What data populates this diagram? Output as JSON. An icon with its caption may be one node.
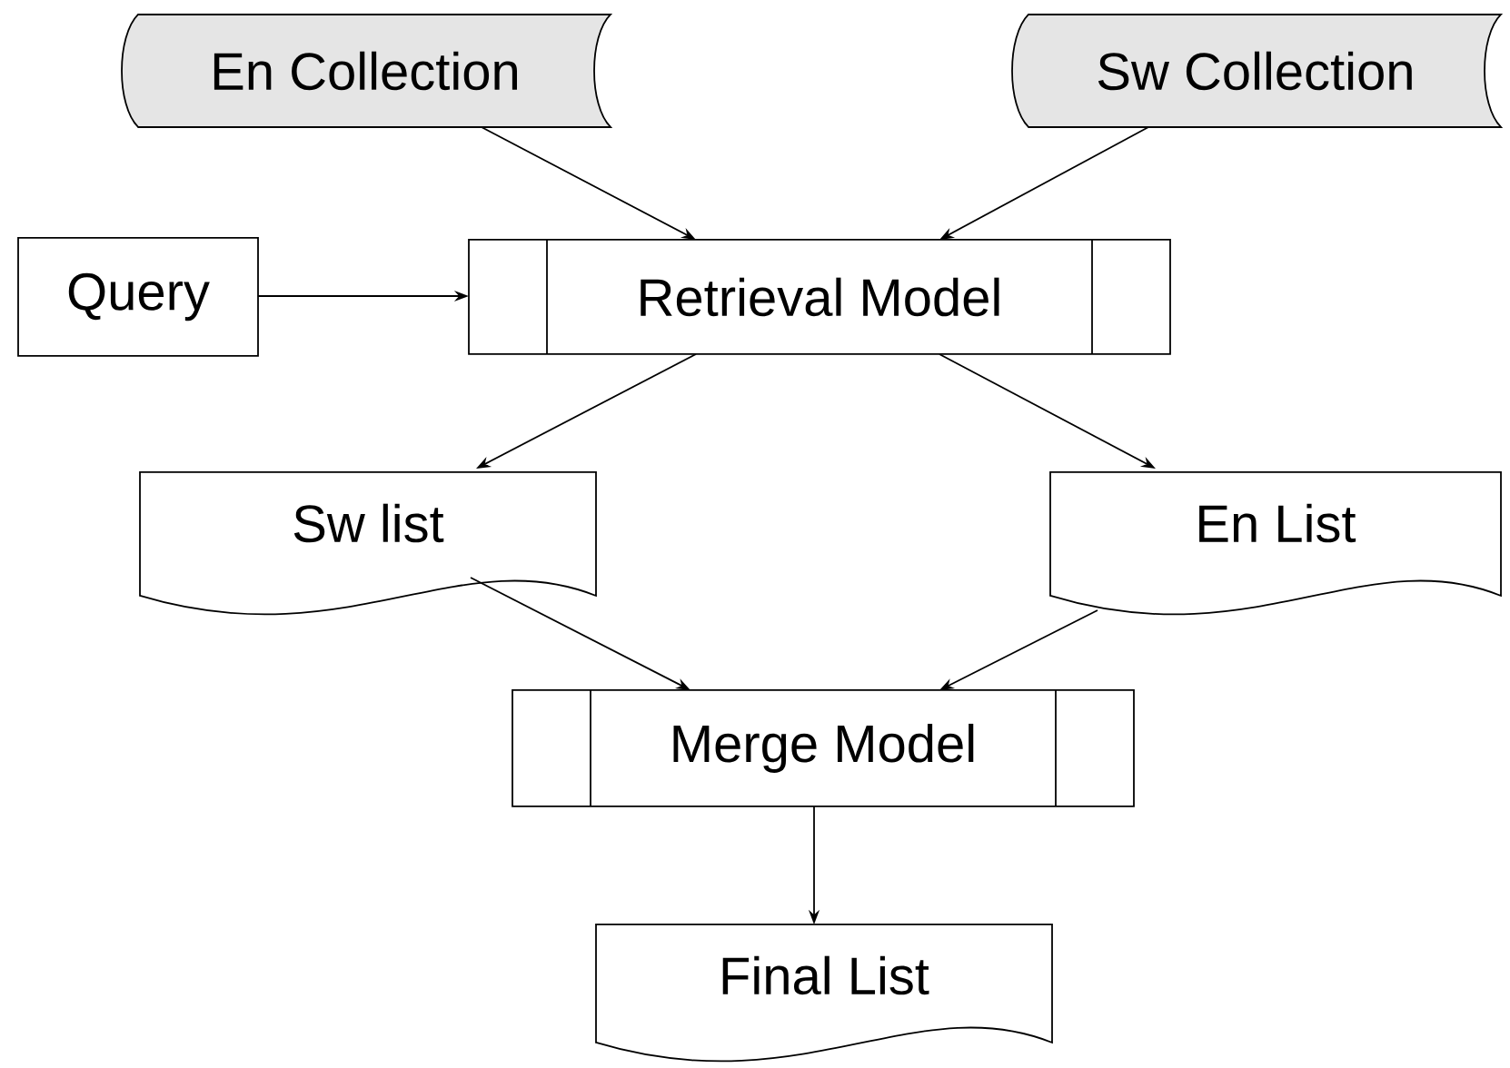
{
  "diagram": {
    "nodes": [
      {
        "text": [
          "En Collection"
        ]
      },
      {
        "text": [
          "Sw Collection"
        ]
      },
      {
        "text": [
          "Query"
        ]
      },
      {
        "text": [
          "Retrieval Model"
        ]
      },
      {
        "text": [
          "Sw list"
        ]
      },
      {
        "text": [
          "En List"
        ]
      },
      {
        "text": [
          "Merge Model"
        ]
      },
      {
        "text": [
          "Final List"
        ]
      }
    ],
    "edges": [
      {
        "from": 0,
        "to": 3,
        "arrow": "to"
      },
      {
        "from": 1,
        "to": 3,
        "arrow": "to"
      },
      {
        "from": 2,
        "to": 3,
        "arrow": "to"
      },
      {
        "from": 3,
        "to": 4,
        "arrow": "to"
      },
      {
        "from": 3,
        "to": 5,
        "arrow": "to"
      },
      {
        "from": 4,
        "to": 6,
        "arrow": "to"
      },
      {
        "from": 5,
        "to": 6,
        "arrow": "to"
      },
      {
        "from": 6,
        "to": 7,
        "arrow": "to"
      }
    ]
  }
}
